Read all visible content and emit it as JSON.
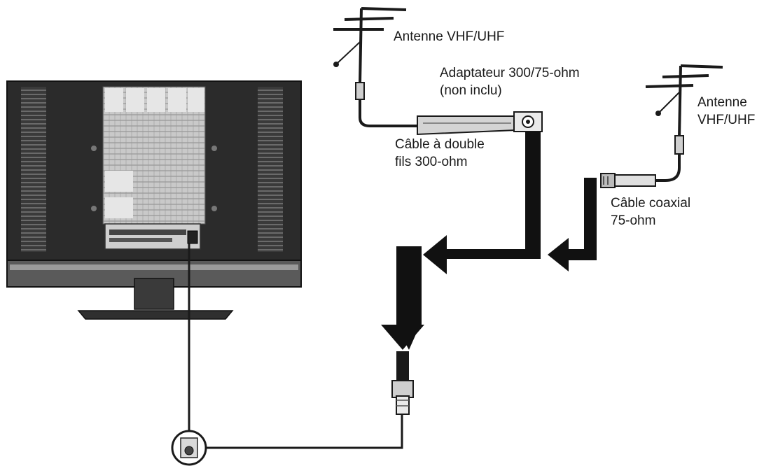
{
  "labels": {
    "antenna_left": "Antenne VHF/UHF",
    "adapter_line1": "Adaptateur 300/75-ohm",
    "adapter_line2": "(non inclu)",
    "twin_line1": "Câble à double",
    "twin_line2": "fils 300-ohm",
    "antenna_right_line1": "Antenne",
    "antenna_right_line2": "VHF/UHF",
    "coax_line1": "Câble coaxial",
    "coax_line2": "75-ohm"
  },
  "colors": {
    "line": "#1a1a1a",
    "tv_body": "#2b2b2b",
    "tv_panel": "#b8b8b8",
    "background": "#ffffff"
  }
}
